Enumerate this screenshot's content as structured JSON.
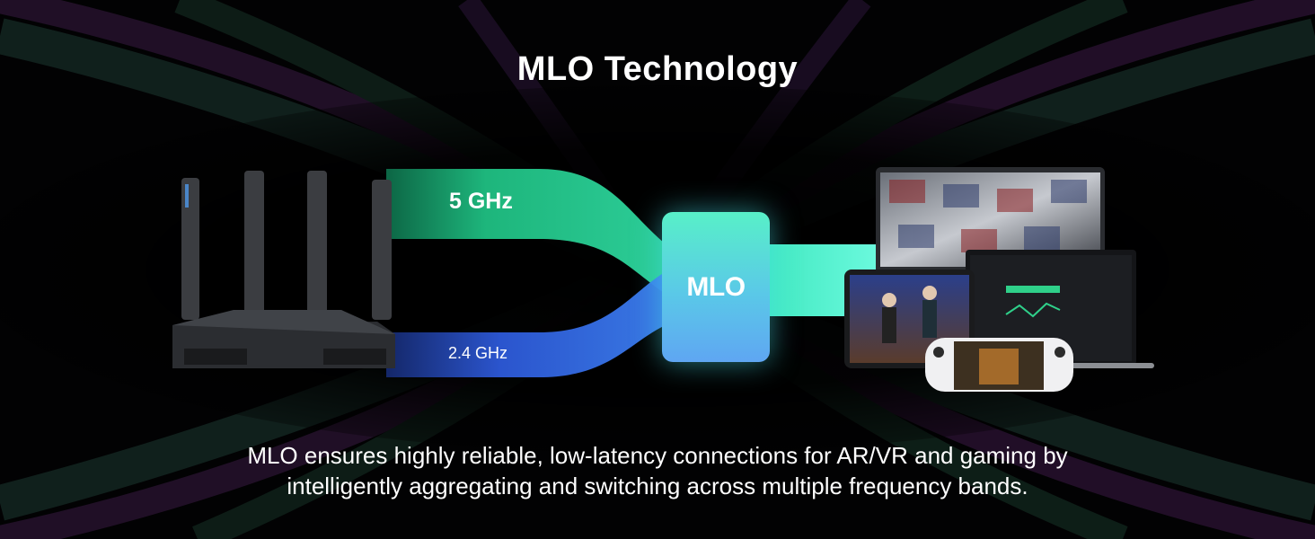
{
  "title": "MLO Technology",
  "bands": {
    "high": "5 GHz",
    "low": "2.4 GHz"
  },
  "center": {
    "label": "MLO"
  },
  "caption": {
    "line1": "MLO ensures highly reliable, low-latency connections for AR/VR and gaming by",
    "line2": "intelligently aggregating and switching across multiple frequency bands."
  },
  "colors": {
    "band_5ghz": "#1fbf82",
    "band_24ghz": "#2d59d8",
    "mlo_top": "#58f0c8",
    "mlo_bottom": "#5fa6f2"
  },
  "devices": [
    "router",
    "laptop",
    "tablet",
    "handheld-console"
  ]
}
